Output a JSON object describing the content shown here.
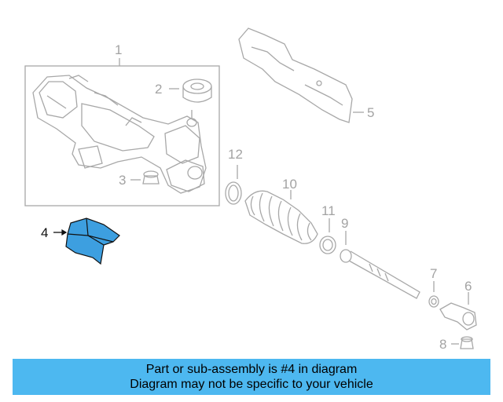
{
  "diagram": {
    "callouts": [
      {
        "number": "1"
      },
      {
        "number": "2"
      },
      {
        "number": "3"
      },
      {
        "number": "4",
        "highlighted": true
      },
      {
        "number": "5"
      },
      {
        "number": "6"
      },
      {
        "number": "7"
      },
      {
        "number": "8"
      },
      {
        "number": "9"
      },
      {
        "number": "10"
      },
      {
        "number": "11"
      },
      {
        "number": "12"
      }
    ],
    "colors": {
      "line": "#a8a8a8",
      "highlight_fill": "#3d9fe0",
      "highlight_stroke": "#111111"
    }
  },
  "banner": {
    "line1": "Part or sub-assembly is #4 in diagram",
    "line2": "Diagram may not be specific to your vehicle",
    "color": "#4db8f0"
  }
}
